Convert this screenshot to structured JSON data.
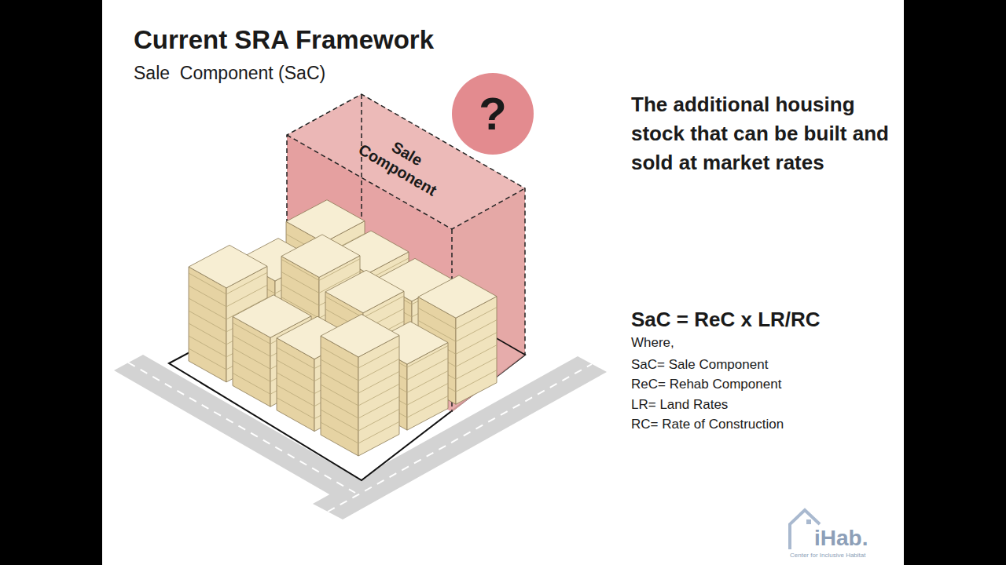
{
  "diagram": {
    "title": "Current SRA Framework",
    "nodes": [
      {
        "text": [
          "Sale Component"
        ]
      },
      {
        "text": [
          "?"
        ]
      }
    ],
    "labels": [
      "Sale  Component (SaC)",
      "The additional housing stock that can be built and sold at market rates",
      "SaC = ReC x LR/RC",
      "Where,",
      "SaC= Sale Component",
      "ReC= Rehab Component",
      "LR= Land Rates",
      "RC= Rate of Construction",
      "iHab.",
      "Center for Inclusive Habitat"
    ]
  }
}
